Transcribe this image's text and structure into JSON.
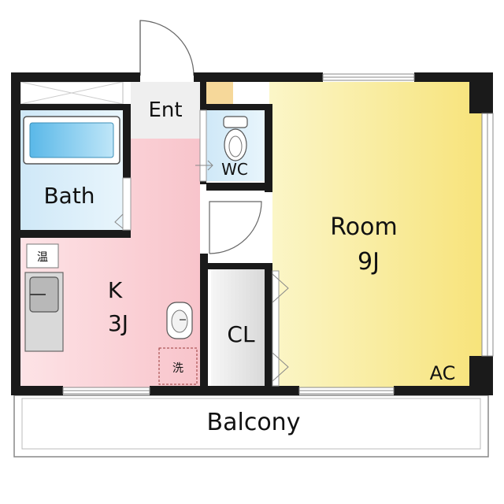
{
  "floorplan": {
    "rooms": {
      "entrance": {
        "label": "Ent"
      },
      "bath": {
        "label": "Bath"
      },
      "wc": {
        "label": "WC"
      },
      "kitchen": {
        "label": "K",
        "size": "3J"
      },
      "closet": {
        "label": "CL"
      },
      "room": {
        "label": "Room",
        "size": "9J"
      },
      "balcony": {
        "label": "Balcony"
      }
    },
    "fixtures": {
      "water_heater": {
        "label": "温"
      },
      "washer_space": {
        "label": "洗"
      },
      "air_conditioner": {
        "label": "AC"
      }
    },
    "colors": {
      "wall": "#1a1a1a",
      "room_fill": "#fbf3b5",
      "kitchen_fill": "#fbd3d8",
      "bath_fill": "#d3ecfa",
      "closet_fill": "#eeeeee",
      "entrance_fill": "#efefef"
    }
  }
}
